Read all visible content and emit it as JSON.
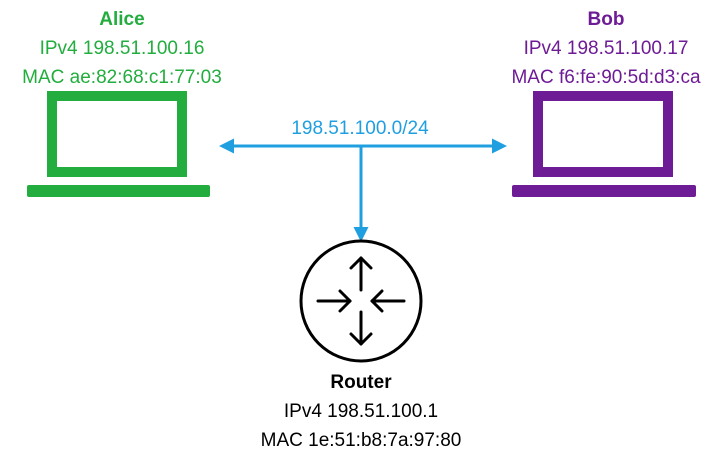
{
  "colors": {
    "alice": "#22ad3e",
    "bob": "#6e1b96",
    "network": "#1f9fe0",
    "router": "#000000"
  },
  "icons": {
    "alice": "laptop-icon",
    "bob": "laptop-icon",
    "router": "router-icon"
  },
  "alice": {
    "name": "Alice",
    "ip": "IPv4 198.51.100.16",
    "mac": "MAC ae:82:68:c1:77:03"
  },
  "bob": {
    "name": "Bob",
    "ip": "IPv4 198.51.100.17",
    "mac": "MAC f6:fe:90:5d:d3:ca"
  },
  "network": {
    "subnet": "198.51.100.0/24"
  },
  "router": {
    "name": "Router",
    "ip": "IPv4 198.51.100.1",
    "mac": "MAC 1e:51:b8:7a:97:80"
  }
}
